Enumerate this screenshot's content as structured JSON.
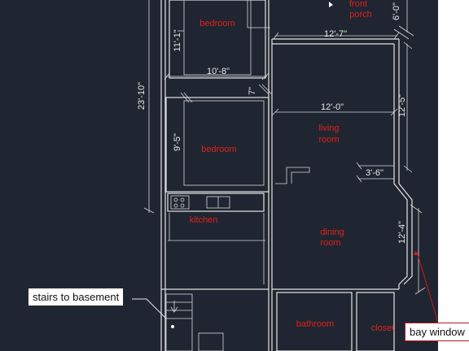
{
  "rooms": {
    "bedroom_upper": "bedroom",
    "bedroom_lower": "bedroom",
    "kitchen": "kitchen",
    "living_room": [
      "living",
      "room"
    ],
    "dining_room": [
      "dining",
      "room"
    ],
    "bathroom": "bathroom",
    "closet": "closet",
    "front_porch": [
      "front",
      "porch"
    ]
  },
  "dimensions": {
    "overall_depth": "23'-10\"",
    "bedroom_upper_depth": "11'-1\"",
    "bedroom_upper_width": "10'-8\"",
    "bedroom_lower_depth": "9'-5\"",
    "wall_gap": "7\"",
    "living_width_top": "12'-7\"",
    "living_width": "12'-0\"",
    "living_depth": "12'-5\"",
    "porch_depth": "6'-0\"",
    "bay_width": "3'-6\"",
    "dining_depth": "12'-4\""
  },
  "callouts": {
    "stairs": "stairs to basement",
    "bay_window": "bay window"
  },
  "colors": {
    "background": "#1f2631",
    "lines": "#e4e4e4",
    "labels": "#e0201c",
    "callout_bg": "#ffffff"
  }
}
